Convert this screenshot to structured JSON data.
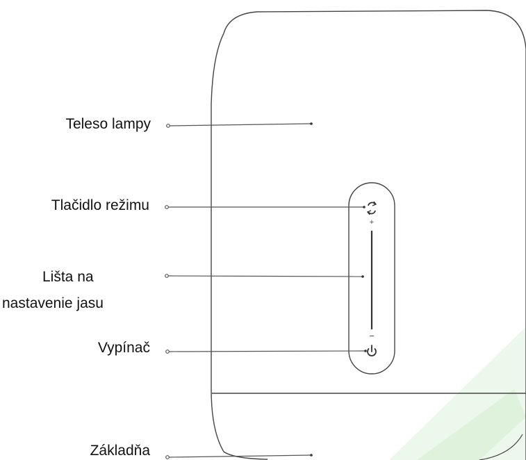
{
  "labels": {
    "lamp_body": "Teleso lampy",
    "mode_button": "Tlačidlo režimu",
    "brightness_bar_line1": "Lišta na",
    "brightness_bar_line2": "nastavenie jasu",
    "power_switch": "Vypínač",
    "base": "Základňa"
  },
  "slider_marks": {
    "plus": "+",
    "minus": "−"
  },
  "colors": {
    "outline": "#444444",
    "leader": "#555555",
    "watermark": "#dff2dc"
  }
}
